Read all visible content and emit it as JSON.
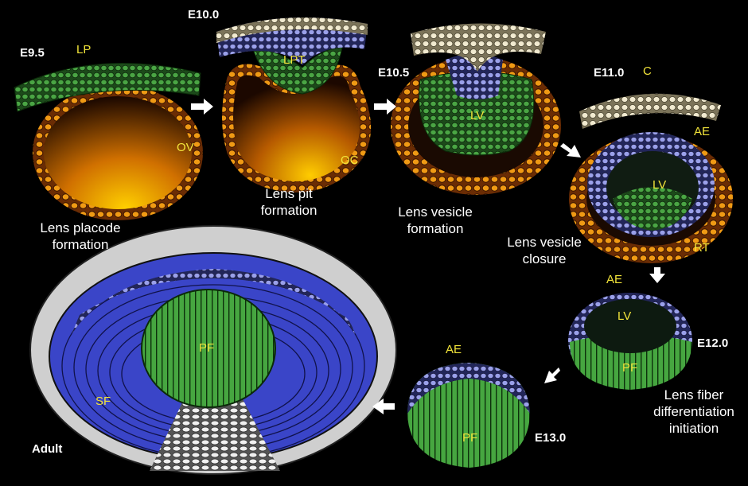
{
  "colors": {
    "background": "#000000",
    "surface_ectoderm": "#e9e2c4",
    "lens_placode": "#3f9a3a",
    "fiber_green": "#3b9a36",
    "epithelium_blue": "#8a90e0",
    "optic_cup_orange": "#e08a10",
    "secondary_fiber_blue": "#3f4bd2",
    "capsule_gray": "#d9d9d9",
    "label_yellow": "#f2e43a",
    "label_white": "#ffffff"
  },
  "stages": {
    "e9_5": {
      "stage": "E9.5",
      "parts": {
        "lp": "LP",
        "ov": "OV"
      },
      "caption": [
        "Lens placode",
        "formation"
      ]
    },
    "e10_0": {
      "stage": "E10.0",
      "parts": {
        "lpt": "LPT",
        "oc": "OC"
      },
      "caption": [
        "Lens pit",
        "formation"
      ]
    },
    "e10_5": {
      "stage": "E10.5",
      "parts": {
        "lv": "LV"
      },
      "caption": [
        "Lens vesicle",
        "formation"
      ]
    },
    "e11_0": {
      "stage": "E11.0",
      "parts": {
        "c": "C",
        "ae": "AE",
        "lv": "LV",
        "rt": "RT"
      },
      "caption": [
        "Lens vesicle",
        "closure"
      ]
    },
    "e12_0": {
      "stage": "E12.0",
      "parts": {
        "ae": "AE",
        "lv": "LV",
        "pf": "PF"
      },
      "caption": [
        "Lens fiber",
        "differentiation",
        "initiation"
      ]
    },
    "e13_0": {
      "stage": "E13.0",
      "parts": {
        "ae": "AE",
        "pf": "PF"
      }
    },
    "adult": {
      "stage": "Adult",
      "parts": {
        "pf": "PF",
        "sf": "SF"
      }
    }
  },
  "arrows": [
    {
      "from": "e9_5",
      "to": "e10_0",
      "direction": "right"
    },
    {
      "from": "e10_0",
      "to": "e10_5",
      "direction": "right"
    },
    {
      "from": "e10_5",
      "to": "e11_0",
      "direction": "down-right"
    },
    {
      "from": "e11_0",
      "to": "e12_0",
      "direction": "down"
    },
    {
      "from": "e12_0",
      "to": "e13_0",
      "direction": "down-left"
    },
    {
      "from": "e13_0",
      "to": "adult",
      "direction": "left"
    }
  ]
}
